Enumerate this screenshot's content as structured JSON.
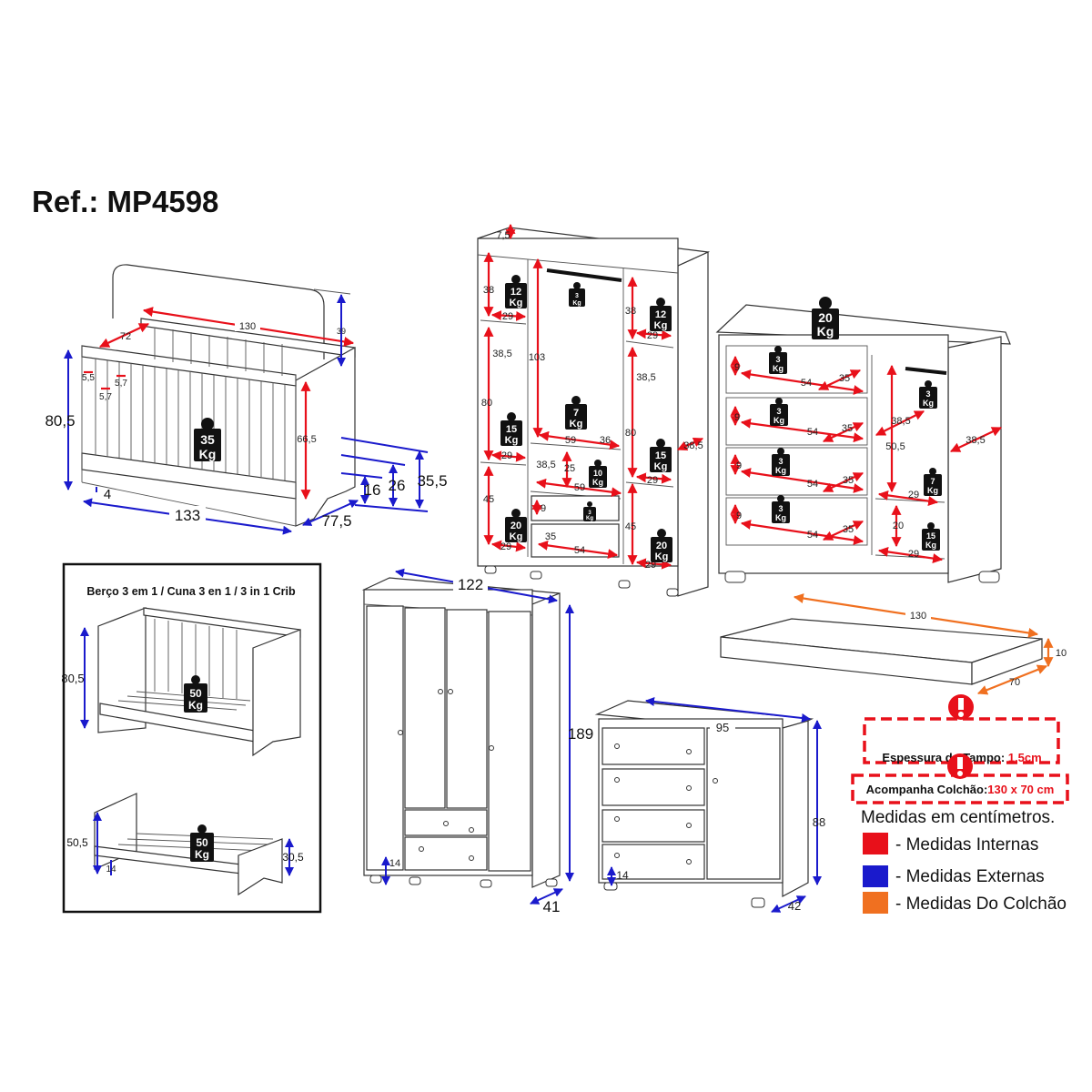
{
  "title": "Ref.: MP4598",
  "units": {
    "kg": "Kg"
  },
  "colors": {
    "internal": "#e8101a",
    "external": "#1a1acc",
    "mattress": "#f07020"
  },
  "crib": {
    "inner_length": "130",
    "inner_width": "72",
    "headboard_height": "39",
    "height": "80,5",
    "length": "133",
    "depth": "77,5",
    "inner_height": "66,5",
    "slat_gap_a": "5,5",
    "slat_gap_b": "5,7",
    "slat_gap_c": "5,7",
    "leg_h": "4",
    "base_16": "16",
    "base_26": "26",
    "base_35": "35,5",
    "weight": "35"
  },
  "wardrobe_interior": {
    "top": "7,5",
    "left": {
      "h1": "38",
      "w1": "29",
      "d1": "38,5",
      "h2": "80",
      "w2": "29",
      "h3": "45",
      "w3": "29"
    },
    "center": {
      "hang_h": "103",
      "w1": "59",
      "d1": "36",
      "d2": "38,5",
      "h2": "25",
      "w2": "59",
      "drawer_h": "9",
      "drawer_d": "35",
      "drawer_w": "54"
    },
    "right": {
      "h1": "38",
      "w1": "29",
      "d1": "38,5",
      "h2": "80",
      "w2": "29",
      "h3": "45",
      "w3": "29",
      "outer_depth": "38,5"
    },
    "weights": [
      "12",
      "3",
      "12",
      "15",
      "7",
      "15",
      "10",
      "20",
      "3",
      "20"
    ]
  },
  "dresser_interior": {
    "top_weight": "20",
    "drawers": [
      {
        "h": "9",
        "w": "54",
        "d": "35",
        "weight": "3"
      },
      {
        "h": "9",
        "w": "54",
        "d": "35",
        "weight": "3"
      },
      {
        "h": "9",
        "w": "54",
        "d": "35",
        "weight": "3"
      },
      {
        "h": "9",
        "w": "54",
        "d": "35",
        "weight": "3"
      }
    ],
    "door": {
      "depth": "38,5",
      "height": "50,5",
      "outer_depth": "38,5",
      "shelf_w1": "29",
      "shelf_h": "20",
      "shelf_w2": "29",
      "weights": [
        "3",
        "7",
        "15"
      ]
    }
  },
  "crib_3in1": {
    "title": "Berço 3 em 1 / Cuna 3 en 1 / 3 in 1 Crib",
    "sofa": {
      "height": "80,5",
      "weight": "50"
    },
    "bed": {
      "height": "50,5",
      "leg": "14",
      "foot_height": "30,5",
      "weight": "50"
    }
  },
  "wardrobe_exterior": {
    "width": "122",
    "height": "189",
    "depth": "41",
    "leg": "14"
  },
  "dresser_exterior": {
    "width": "95",
    "height": "88",
    "depth": "42",
    "leg": "14"
  },
  "mattress": {
    "length": "130",
    "width": "70",
    "thickness": "10"
  },
  "notes": [
    {
      "label": "Espessura do Tampo: ",
      "value": "1,5cm"
    },
    {
      "label": "Acompanha Colchão:",
      "value": "130 x 70 cm"
    }
  ],
  "legend": {
    "units_note": "Medidas em centímetros.",
    "items": [
      {
        "label": "- Medidas Internas",
        "color": "#e8101a"
      },
      {
        "label": "- Medidas Externas",
        "color": "#1a1acc"
      },
      {
        "label": "- Medidas Do Colchão",
        "color": "#f07020"
      }
    ]
  }
}
